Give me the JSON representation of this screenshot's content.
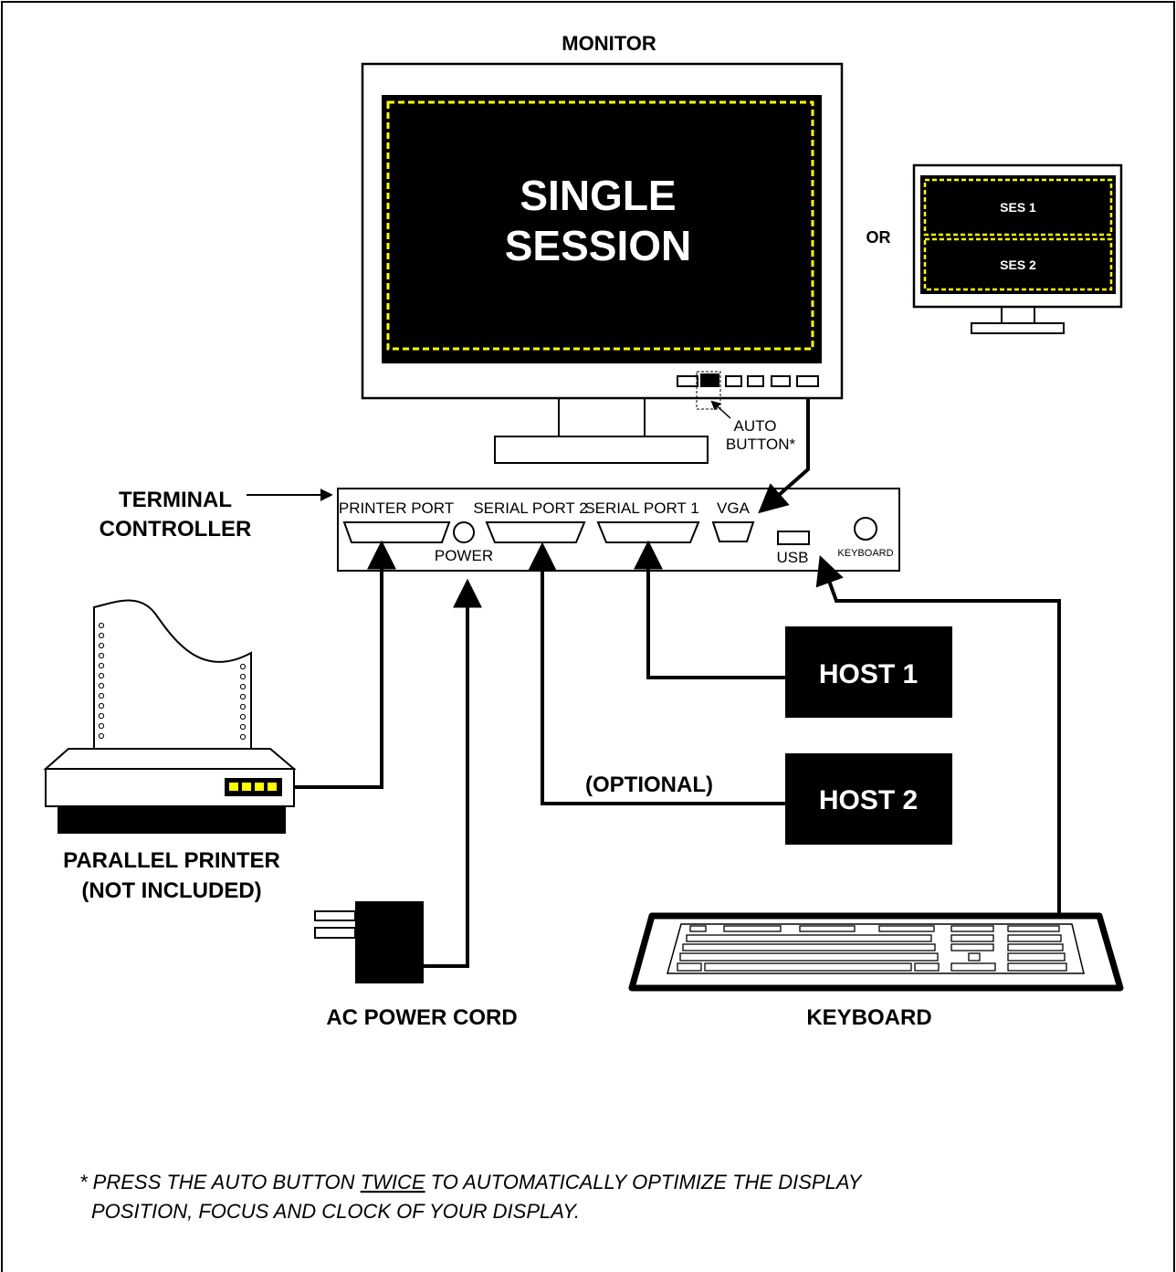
{
  "colors": {
    "ink": "#000000",
    "screen": "#000000",
    "accent": "#ffff00",
    "paper": "#ffffff"
  },
  "monitor": {
    "title": "MONITOR",
    "screen_line1": "SINGLE",
    "screen_line2": "SESSION",
    "auto_line1": "AUTO",
    "auto_line2": "BUTTON*"
  },
  "alt_monitor": {
    "or_label": "OR",
    "session1": "SES 1",
    "session2": "SES 2"
  },
  "controller": {
    "label_line1": "TERMINAL",
    "label_line2": "CONTROLLER",
    "ports": {
      "printer": "PRINTER PORT",
      "serial2": "SERIAL PORT 2",
      "serial1": "SERIAL PORT 1",
      "vga": "VGA",
      "power": "POWER",
      "usb": "USB",
      "keyboard": "KEYBOARD"
    }
  },
  "hosts": {
    "host1": "HOST 1",
    "host2": "HOST 2",
    "optional": "(OPTIONAL)"
  },
  "printer": {
    "label_line1": "PARALLEL PRINTER",
    "label_line2": "(NOT INCLUDED)"
  },
  "power_cord": {
    "label": "AC POWER CORD"
  },
  "keyboard": {
    "label": "KEYBOARD"
  },
  "footnote": {
    "prefix": "* PRESS THE AUTO BUTTON ",
    "emphasis": "TWICE",
    "suffix": " TO AUTOMATICALLY OPTIMIZE THE DISPLAY",
    "line2": "POSITION, FOCUS AND CLOCK OF YOUR DISPLAY."
  }
}
